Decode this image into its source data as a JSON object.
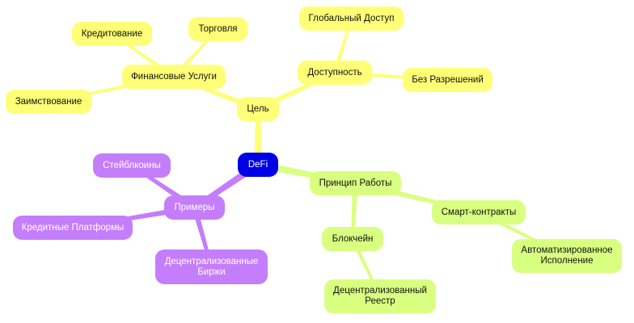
{
  "colors": {
    "root": "#0000e6",
    "yellow_branch": "#ffff77",
    "green_branch": "#d9ff80",
    "purple_branch": "#c47dfb"
  },
  "nodes": {
    "root": "DeFi",
    "goal": "Цель",
    "financial_services": "Финансовые Услуги",
    "lending": "Кредитование",
    "trading": "Торговля",
    "borrowing": "Заимствование",
    "accessibility": "Доступность",
    "global_access": "Глобальный Доступ",
    "permissionless": "Без Разрешений",
    "principle": "Принцип Работы",
    "blockchain": "Блокчейн",
    "decentralized_ledger": "Децентрализованный\nРеестр",
    "smart_contracts": "Смарт-контракты",
    "automated_execution": "Автоматизированное\nИсполнение",
    "examples": "Примеры",
    "stablecoins": "Стейблкоины",
    "credit_platforms": "Кредитные Платформы",
    "dex": "Децентрализованные\nБиржи"
  }
}
